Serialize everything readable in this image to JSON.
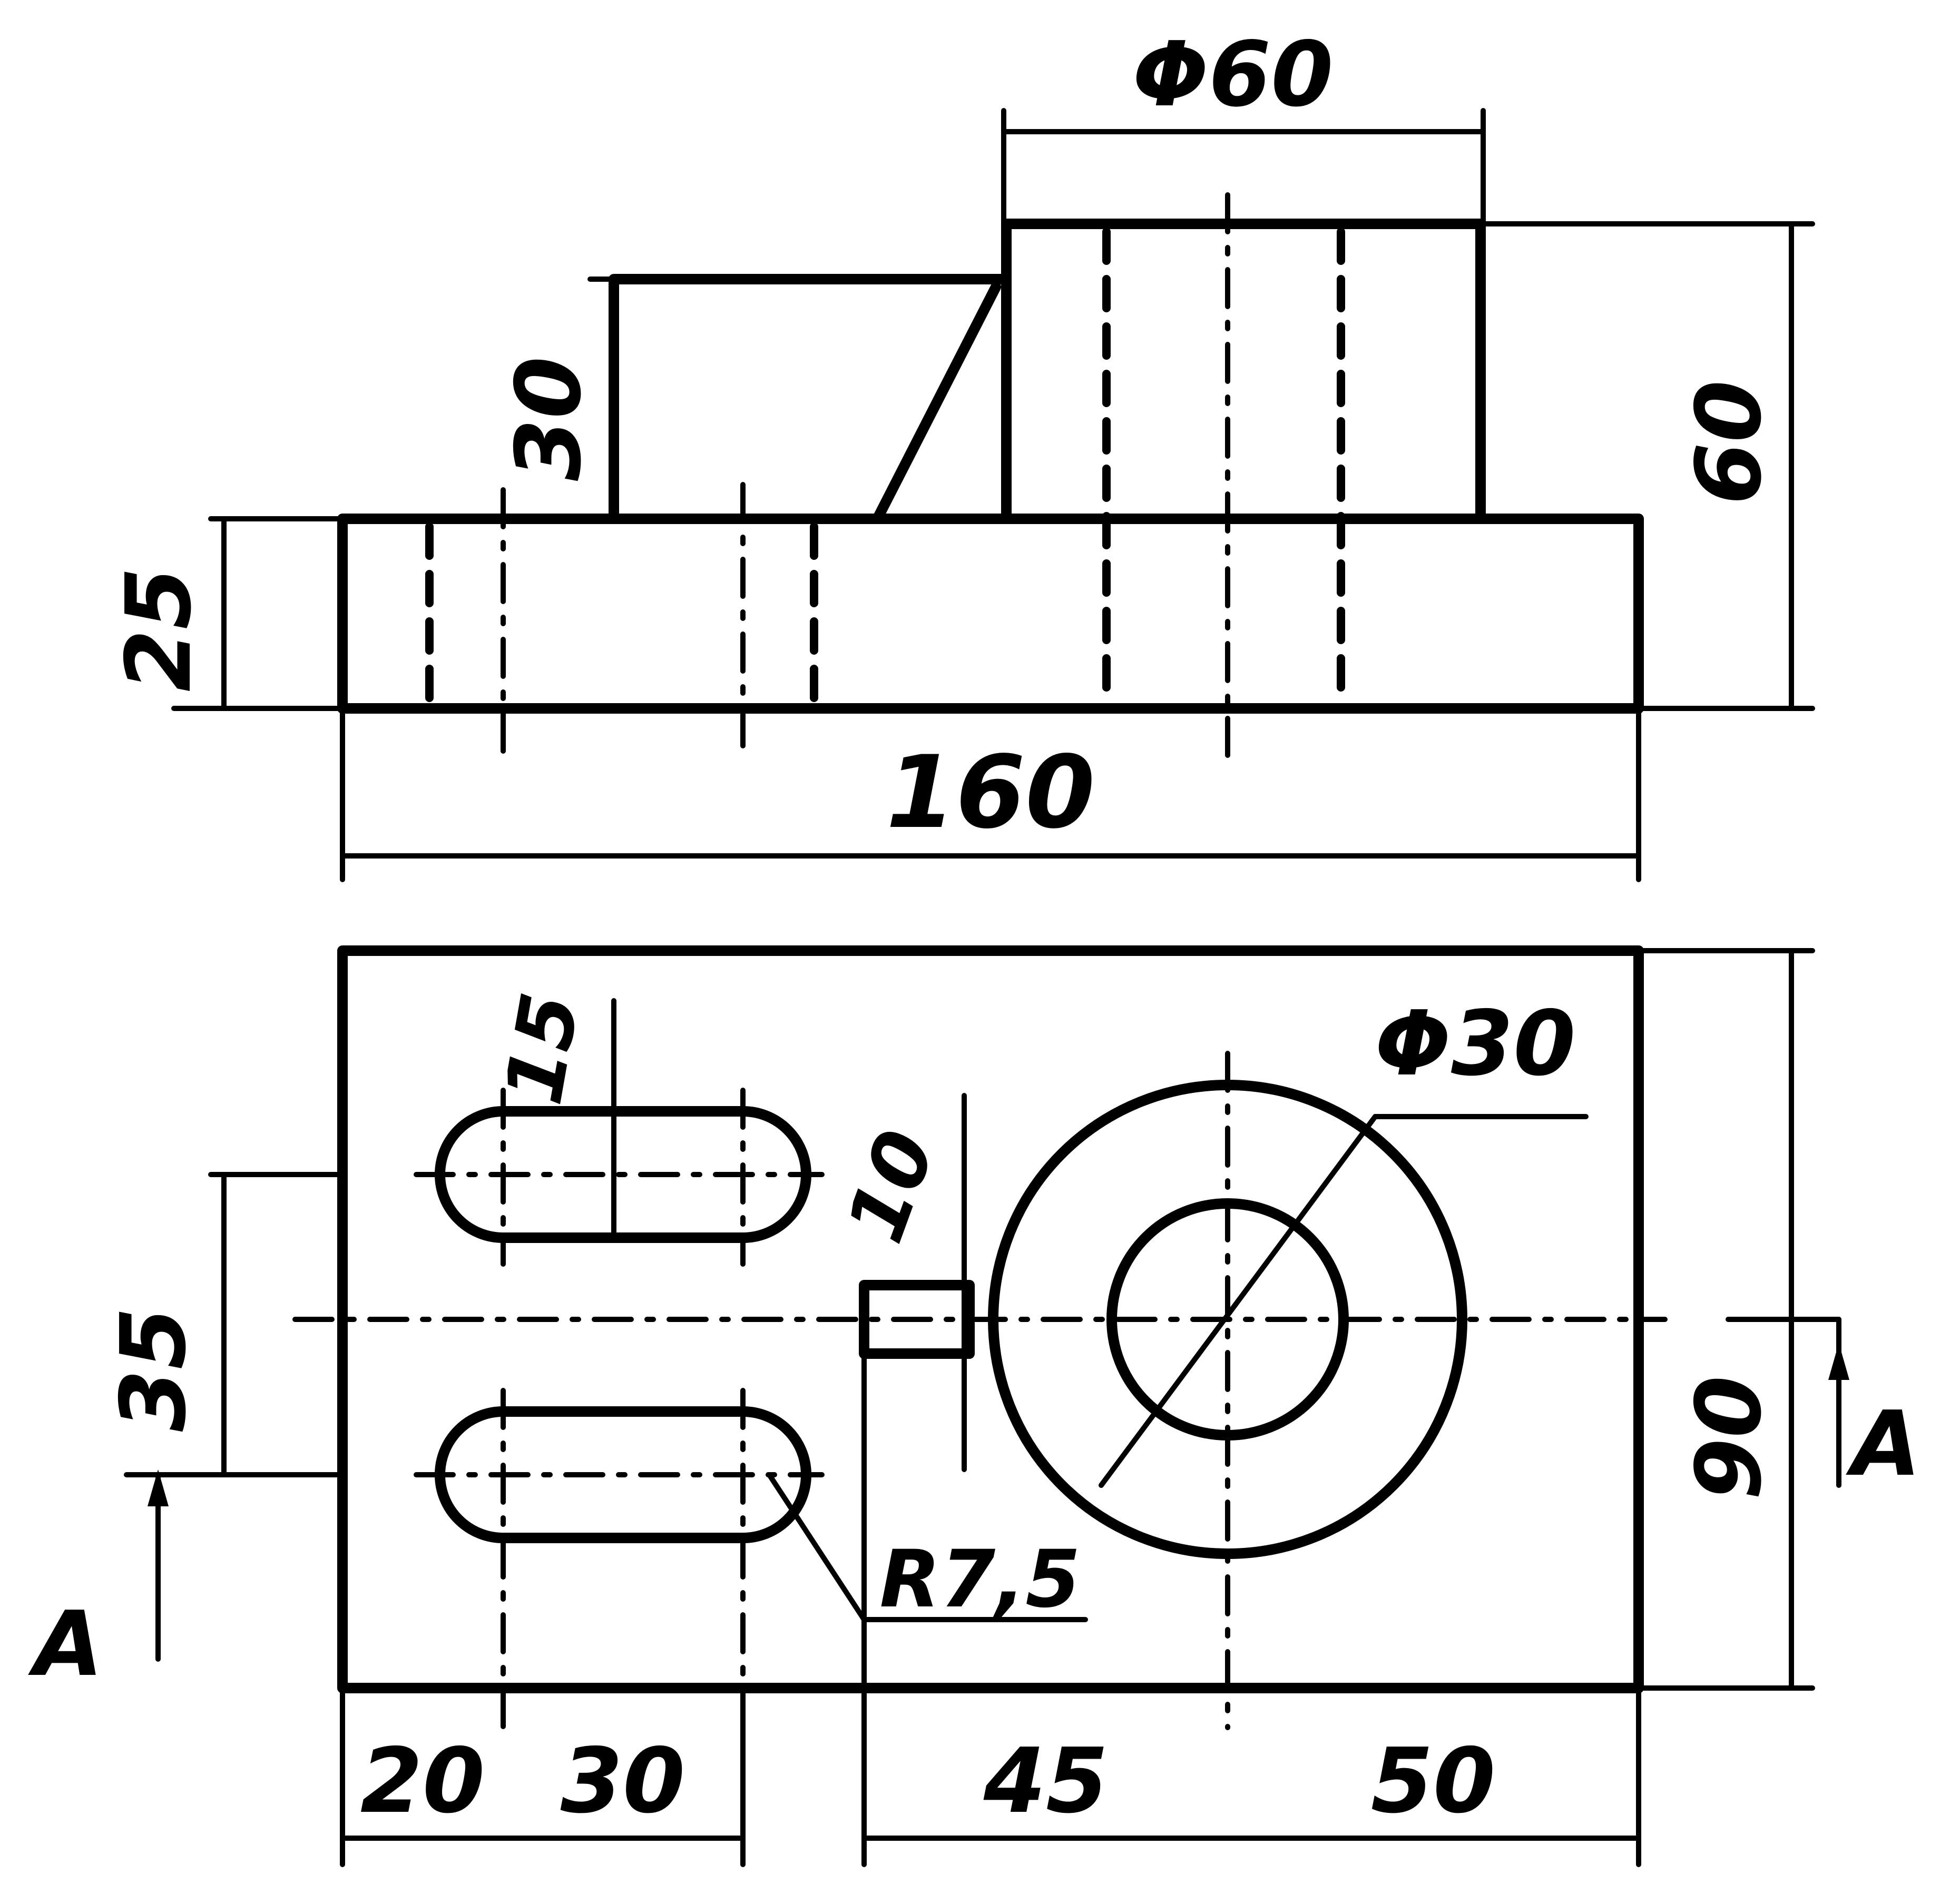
{
  "dimensions": {
    "dia_60": "Φ60",
    "h_60": "60",
    "h_30": "30",
    "h_25": "25",
    "len_160": "160",
    "slot_15": "15",
    "slot_10": "10",
    "dia_30": "Φ30",
    "spacing_35": "35",
    "width_90": "90",
    "radius": "R7,5",
    "x_20": "20",
    "x_30": "30",
    "x_45": "45",
    "x_50": "50"
  },
  "section": {
    "left_label": "A",
    "right_label": "A"
  }
}
